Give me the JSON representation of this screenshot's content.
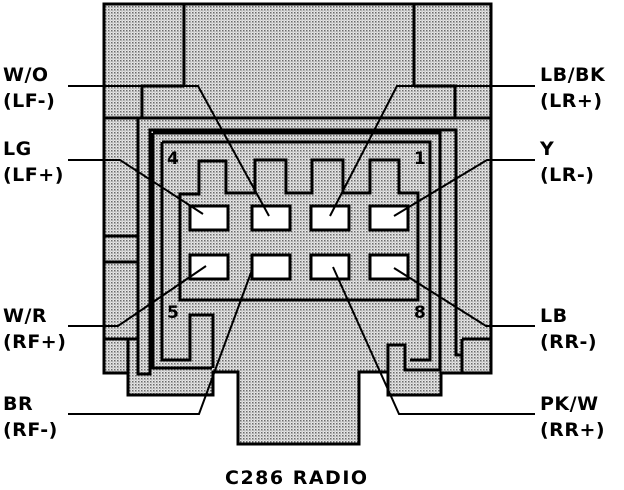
{
  "connector": {
    "caption": "C286 RADIO",
    "pin_numbers": {
      "top_left": "4",
      "top_right": "1",
      "bottom_left": "5",
      "bottom_right": "8"
    }
  },
  "wires": [
    {
      "id": "wo",
      "color_code": "W/O",
      "signal": "(LF-)"
    },
    {
      "id": "lg",
      "color_code": "LG",
      "signal": "(LF+)"
    },
    {
      "id": "wr",
      "color_code": "W/R",
      "signal": "(RF+)"
    },
    {
      "id": "br",
      "color_code": "BR",
      "signal": "(RF-)"
    },
    {
      "id": "lbbk",
      "color_code": "LB/BK",
      "signal": "(LR+)"
    },
    {
      "id": "y",
      "color_code": "Y",
      "signal": "(LR-)"
    },
    {
      "id": "lb",
      "color_code": "LB",
      "signal": "(RR-)"
    },
    {
      "id": "pkw",
      "color_code": "PK/W",
      "signal": "(RR+)"
    }
  ],
  "colors": {
    "ink": "#000000",
    "stipple": "#b8b8b8",
    "paper": "#ffffff"
  }
}
